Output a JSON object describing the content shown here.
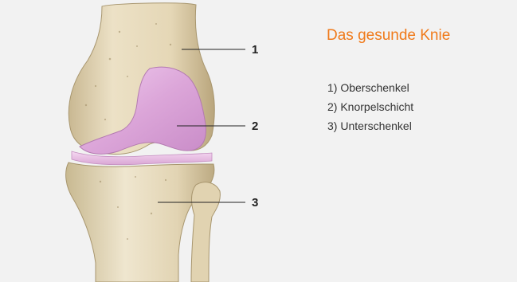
{
  "title": "Das gesunde Knie",
  "callouts": [
    "1",
    "2",
    "3"
  ],
  "legend": [
    "1) Oberschenkel",
    "2) Knorpelschicht",
    "3) Unterschenkel"
  ],
  "colors": {
    "background": "#f2f2f2",
    "title": "#f07a1a",
    "bone": "#e8dcc0",
    "cartilage": "#dba8d8"
  }
}
